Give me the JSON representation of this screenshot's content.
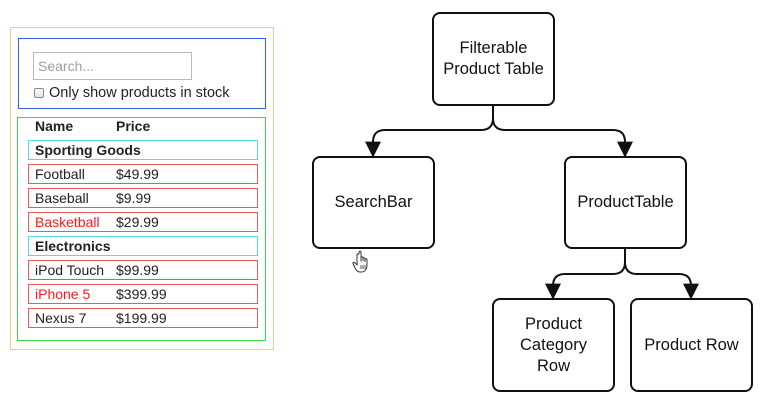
{
  "search_bar": {
    "placeholder": "Search...",
    "value": "",
    "stock_label": "Only show products in stock"
  },
  "product_table": {
    "columns": [
      "Name",
      "Price"
    ],
    "rows": [
      {
        "type": "category",
        "name": "Sporting Goods",
        "price": ""
      },
      {
        "type": "product",
        "name": "Football",
        "price": "$49.99",
        "out_of_stock": false
      },
      {
        "type": "product",
        "name": "Baseball",
        "price": "$9.99",
        "out_of_stock": false
      },
      {
        "type": "product",
        "name": "Basketball",
        "price": "$29.99",
        "out_of_stock": true
      },
      {
        "type": "category",
        "name": "Electronics",
        "price": ""
      },
      {
        "type": "product",
        "name": "iPod Touch",
        "price": "$99.99",
        "out_of_stock": false
      },
      {
        "type": "product",
        "name": "iPhone 5",
        "price": "$399.99",
        "out_of_stock": true
      },
      {
        "type": "product",
        "name": "Nexus 7",
        "price": "$199.99",
        "out_of_stock": false
      }
    ]
  },
  "highlight_colors": {
    "filterable_product_table": "#f7c98a",
    "search_bar": "#2f5fe0",
    "product_table": "#3ad84a",
    "product_category_row": "#5ad8ea",
    "product_row": "#e85a5a",
    "out_of_stock_text": "#ff1a1a"
  },
  "diagram": {
    "nodes": {
      "filterable_product_table": "Filterable\nProduct Table",
      "search_bar": "SearchBar",
      "product_table": "ProductTable",
      "product_category_row": "Product\nCategory\nRow",
      "product_row": "Product Row"
    },
    "edges": [
      {
        "from": "filterable_product_table",
        "to": "search_bar"
      },
      {
        "from": "filterable_product_table",
        "to": "product_table"
      },
      {
        "from": "product_table",
        "to": "product_category_row"
      },
      {
        "from": "product_table",
        "to": "product_row"
      }
    ]
  },
  "cursor_icon": "hand-pointer-icon"
}
